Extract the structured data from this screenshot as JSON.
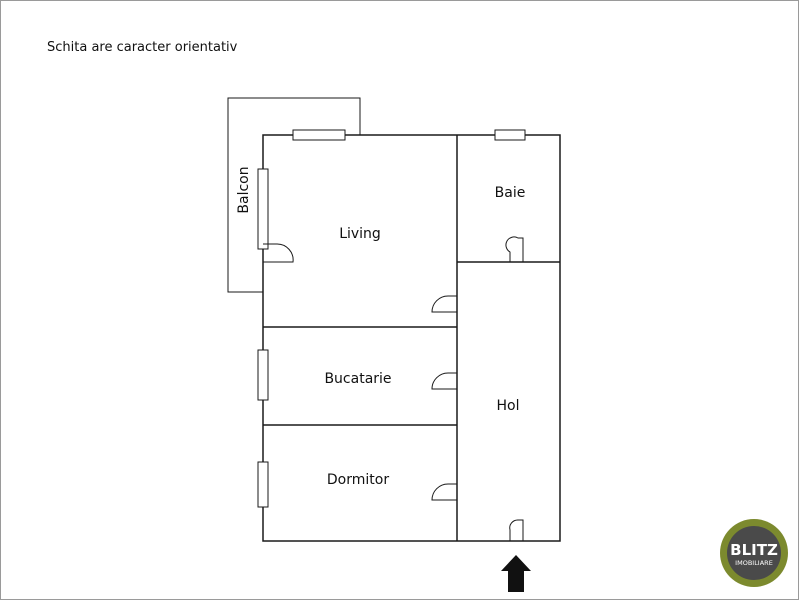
{
  "note": "Schita are caracter orientativ",
  "rooms": {
    "balcon": "Balcon",
    "living": "Living",
    "baie": "Baie",
    "bucatarie": "Bucatarie",
    "hol": "Hol",
    "dormitor": "Dormitor"
  },
  "logo": {
    "brand": "BLITZ",
    "subtitle": "IMOBILIARE",
    "ring_color": "#7c8a2e",
    "inner_color": "#4a4a4a"
  }
}
